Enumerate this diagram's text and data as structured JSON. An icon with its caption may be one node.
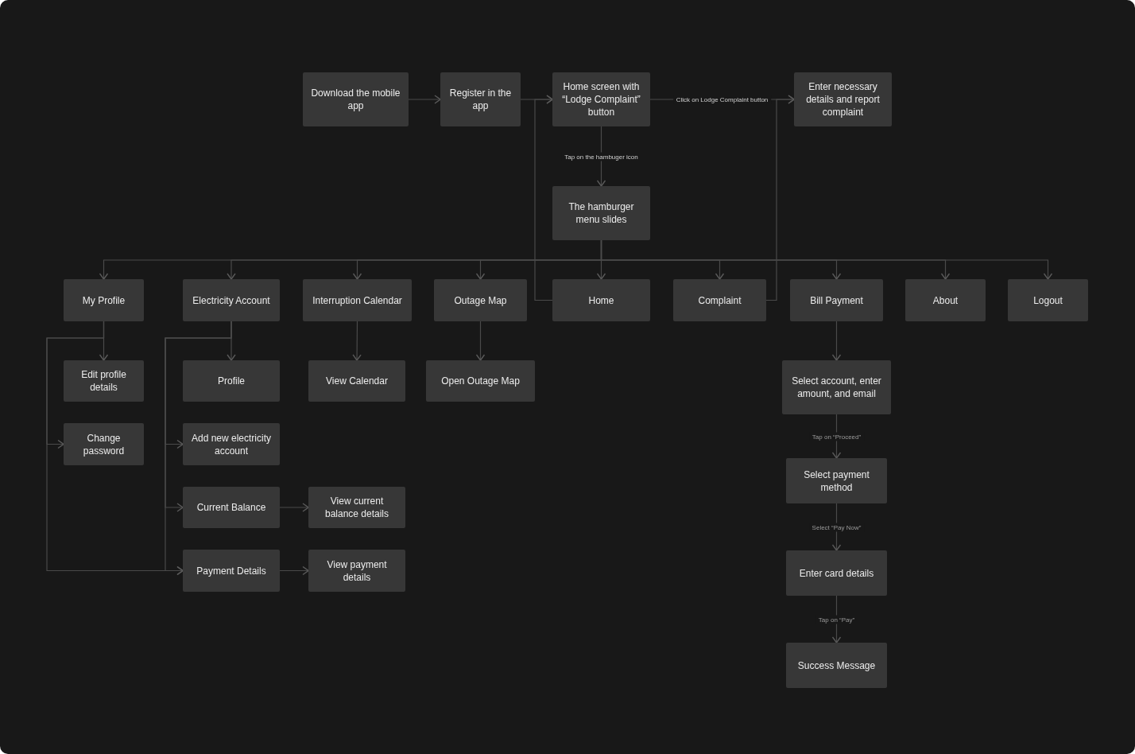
{
  "diagram": {
    "nodes": [
      {
        "text": [
          "Download the mobile app"
        ]
      },
      {
        "text": [
          "Register in the app"
        ]
      },
      {
        "text": [
          "Home screen with “Lodge Complaint” button"
        ]
      },
      {
        "text": [
          "Enter necessary details and report complaint"
        ]
      },
      {
        "text": [
          "The hamburger menu slides"
        ]
      },
      {
        "text": [
          "My Profile"
        ]
      },
      {
        "text": [
          "Electricity Account"
        ]
      },
      {
        "text": [
          "Interruption Calendar"
        ]
      },
      {
        "text": [
          "Outage Map"
        ]
      },
      {
        "text": [
          "Home"
        ]
      },
      {
        "text": [
          "Complaint"
        ]
      },
      {
        "text": [
          "Bill Payment"
        ]
      },
      {
        "text": [
          "About"
        ]
      },
      {
        "text": [
          "Logout"
        ]
      },
      {
        "text": [
          "Edit profile details"
        ]
      },
      {
        "text": [
          "Change password"
        ]
      },
      {
        "text": [
          "Profile"
        ]
      },
      {
        "text": [
          "Add new electricity account"
        ]
      },
      {
        "text": [
          "Current Balance"
        ]
      },
      {
        "text": [
          "Payment Details"
        ]
      },
      {
        "text": [
          "View Calendar"
        ]
      },
      {
        "text": [
          "Open Outage Map"
        ]
      },
      {
        "text": [
          "View current balance details"
        ]
      },
      {
        "text": [
          "View payment details"
        ]
      },
      {
        "text": [
          "Select account, enter amount, and email"
        ]
      },
      {
        "text": [
          "Select payment method"
        ]
      },
      {
        "text": [
          "Enter card details"
        ]
      },
      {
        "text": [
          "Success Message"
        ]
      }
    ],
    "edges": [
      {
        "from": 0,
        "to": 1,
        "arrow": "to"
      },
      {
        "from": 1,
        "to": 2,
        "arrow": "to"
      },
      {
        "from": 2,
        "to": 3,
        "arrow": "to",
        "label": "Click on Lodge Complaint button"
      },
      {
        "from": 2,
        "to": 4,
        "arrow": "to",
        "label": "Tap on the hambuger icon"
      },
      {
        "from": 4,
        "to": 5,
        "arrow": "to"
      },
      {
        "from": 4,
        "to": 6,
        "arrow": "to"
      },
      {
        "from": 4,
        "to": 7,
        "arrow": "to"
      },
      {
        "from": 4,
        "to": 8,
        "arrow": "to"
      },
      {
        "from": 4,
        "to": 9,
        "arrow": "to"
      },
      {
        "from": 4,
        "to": 10,
        "arrow": "to"
      },
      {
        "from": 4,
        "to": 11,
        "arrow": "to"
      },
      {
        "from": 4,
        "to": 12,
        "arrow": "to"
      },
      {
        "from": 4,
        "to": 13,
        "arrow": "to"
      },
      {
        "from": 9,
        "to": 2,
        "arrow": "to"
      },
      {
        "from": 10,
        "to": 3,
        "arrow": "to"
      },
      {
        "from": 5,
        "to": 14,
        "arrow": "to"
      },
      {
        "from": 5,
        "to": 15,
        "arrow": "to"
      },
      {
        "from": 5,
        "to": 19,
        "arrow": "to"
      },
      {
        "from": 6,
        "to": 16,
        "arrow": "to"
      },
      {
        "from": 6,
        "to": 17,
        "arrow": "to"
      },
      {
        "from": 6,
        "to": 18,
        "arrow": "to"
      },
      {
        "from": 6,
        "to": 19,
        "arrow": "to"
      },
      {
        "from": 7,
        "to": 20,
        "arrow": "to"
      },
      {
        "from": 8,
        "to": 21,
        "arrow": "to"
      },
      {
        "from": 18,
        "to": 22,
        "arrow": "to"
      },
      {
        "from": 19,
        "to": 23,
        "arrow": "to"
      },
      {
        "from": 11,
        "to": 24,
        "arrow": "to"
      },
      {
        "from": 24,
        "to": 25,
        "arrow": "to",
        "label": "Tap on “Proceed”"
      },
      {
        "from": 25,
        "to": 26,
        "arrow": "to",
        "label": "Select “Pay Now”"
      },
      {
        "from": 26,
        "to": 27,
        "arrow": "to",
        "label": "Tap on “Pay”"
      }
    ]
  }
}
